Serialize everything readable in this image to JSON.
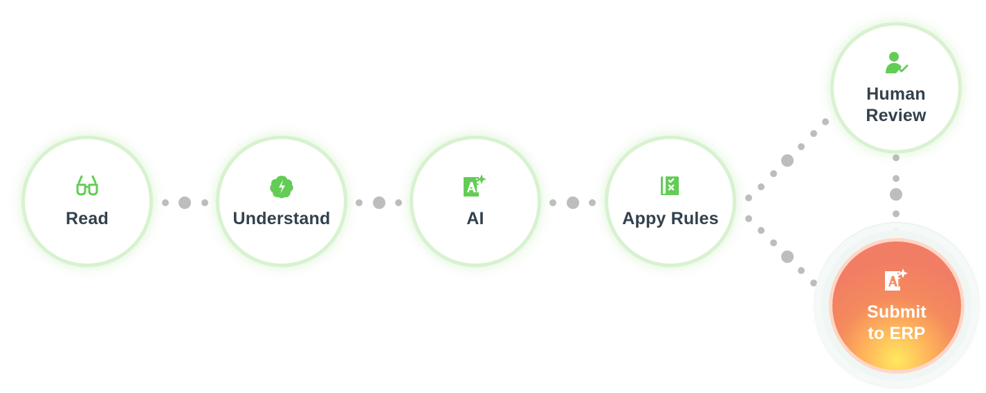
{
  "colors": {
    "node_border": "#d7f2cf",
    "icon_green": "#63cc56",
    "label_dark": "#33414d",
    "connector_gray": "#bdbdbd",
    "submit_gradient_start": "#f07d65",
    "submit_gradient_end": "#ffe85e"
  },
  "diagram": {
    "nodes": [
      {
        "label": "Read",
        "icon": "glasses-icon"
      },
      {
        "label": "Understand",
        "icon": "brain-bolt-icon"
      },
      {
        "label": "AI",
        "icon": "ai-sparkle-icon"
      },
      {
        "label": "Appy Rules",
        "icon": "rulebook-icon"
      },
      {
        "label": "Human\nReview",
        "icon": "person-check-icon"
      },
      {
        "label": "Submit\nto ERP",
        "icon": "ai-sparkle-icon"
      }
    ]
  }
}
